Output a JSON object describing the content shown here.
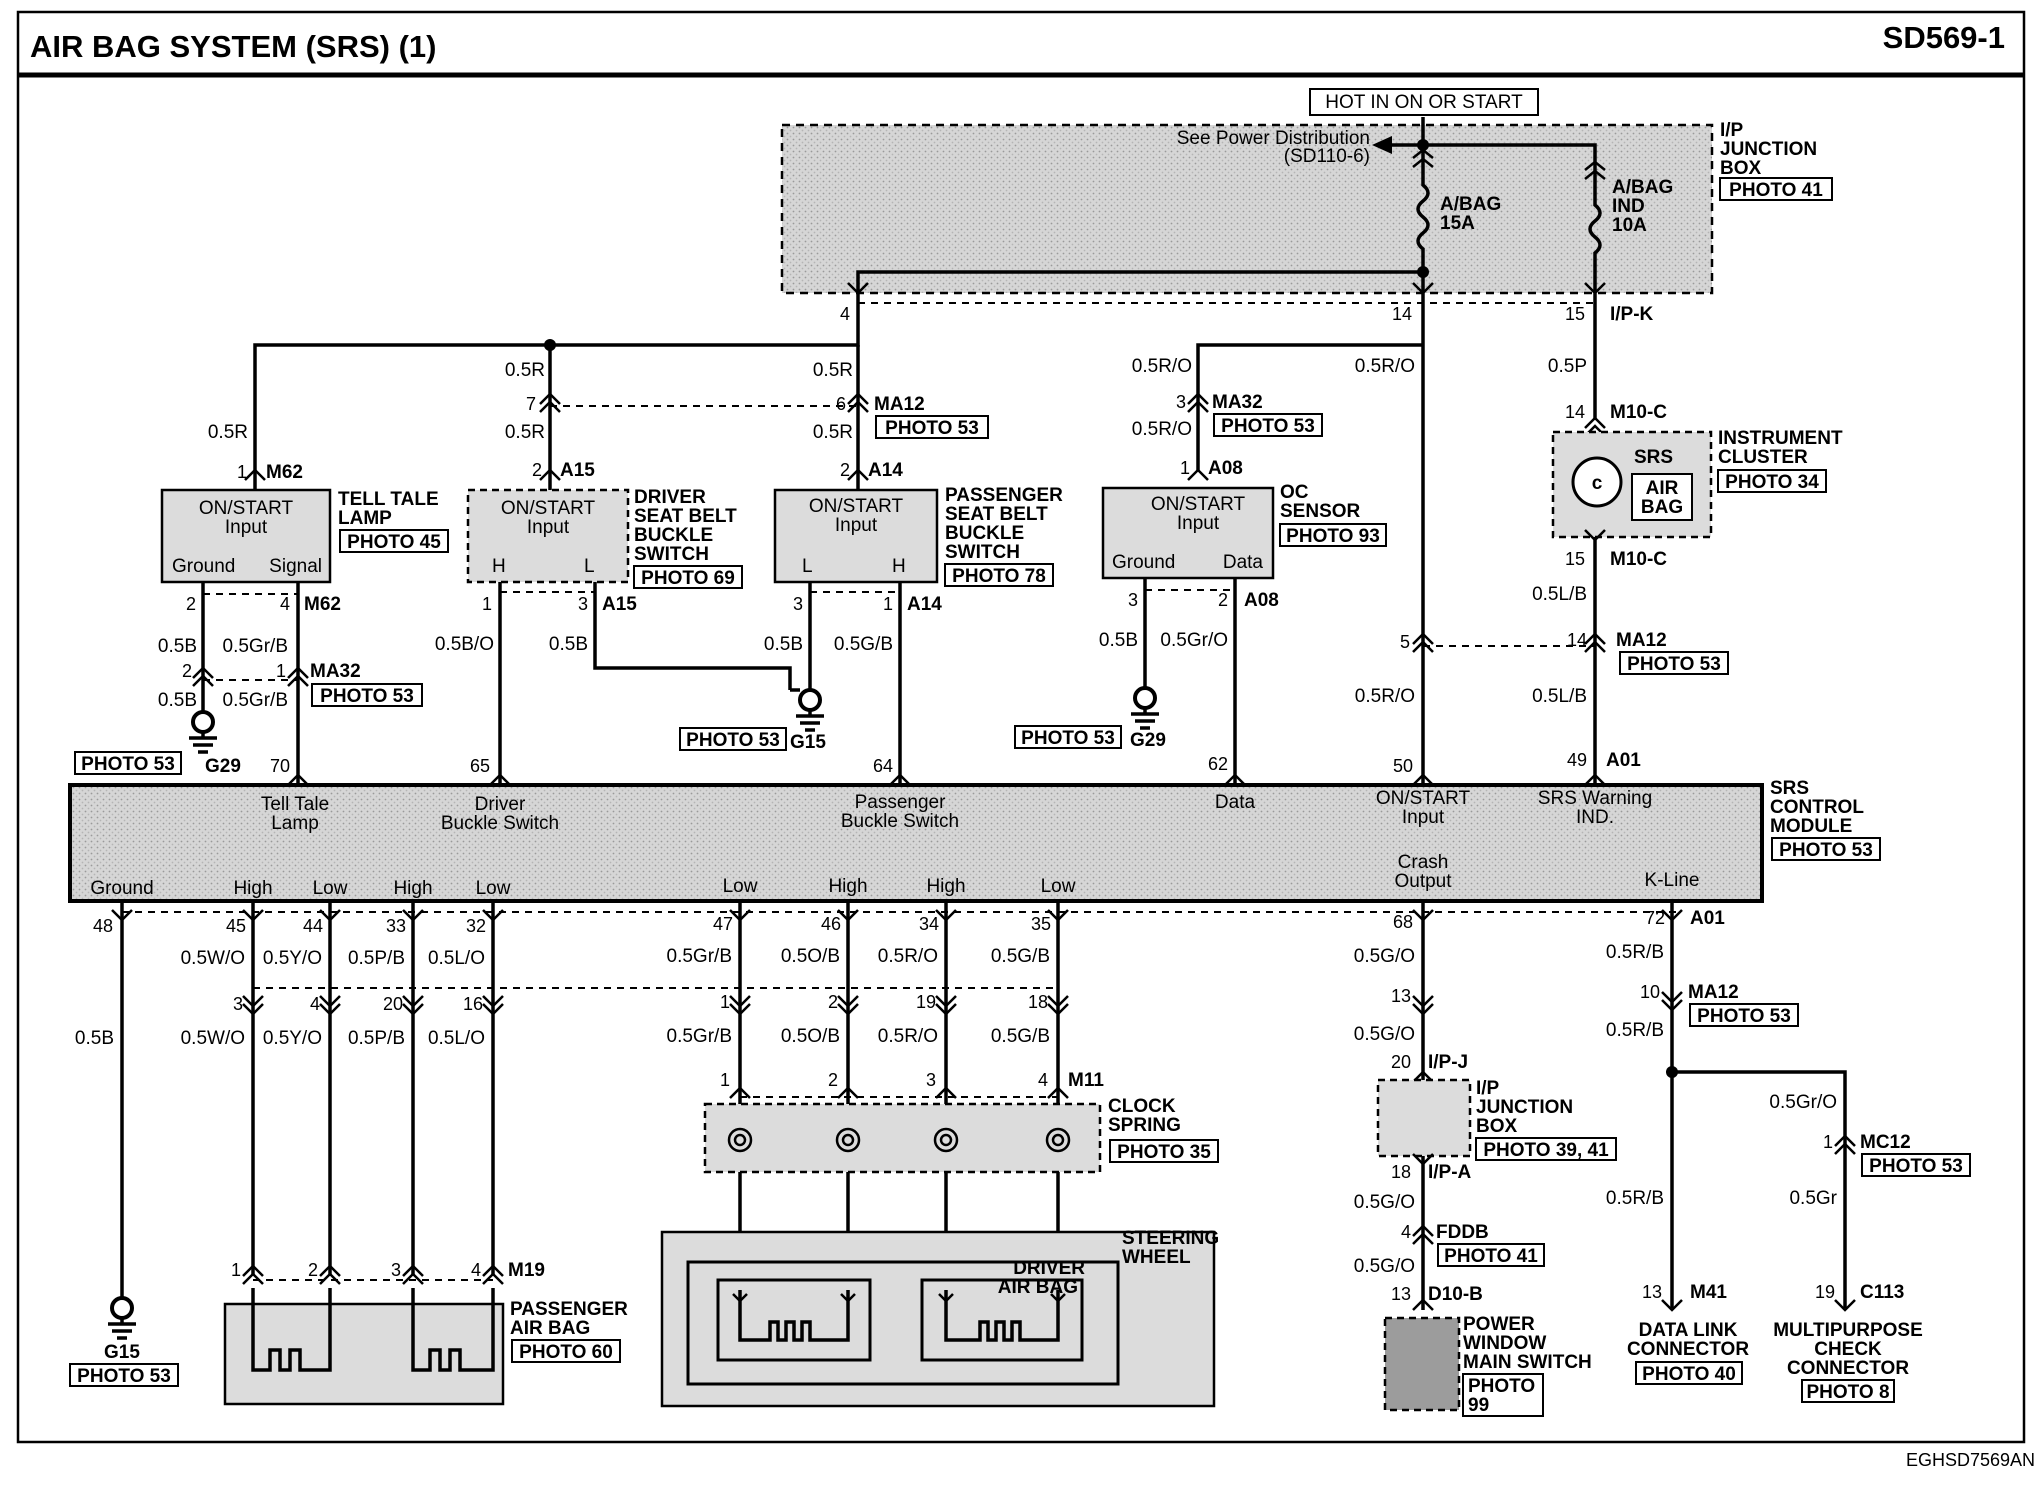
{
  "header": {
    "title": "AIR BAG SYSTEM (SRS) (1)",
    "code": "SD569-1",
    "footer_code": "EGHSD7569AN"
  },
  "power": {
    "hot_label": "HOT IN ON OR START",
    "see_power_line1": "See Power Distribution",
    "see_power_line2": "(SD110-6)",
    "ip_junction_line1": "I/P",
    "ip_junction_line2": "JUNCTION",
    "ip_junction_line3": "BOX",
    "ip_junction_photo": "PHOTO 41",
    "fuse1_line1": "A/BAG",
    "fuse1_line2": "15A",
    "fuse2_line1": "A/BAG",
    "fuse2_line2": "IND",
    "fuse2_line3": "10A"
  },
  "components": {
    "tell_tale": {
      "l1": "TELL TALE",
      "l2": "LAMP",
      "photo": "PHOTO 45",
      "in1": "ON/START",
      "in2": "Input",
      "p1": "Ground",
      "p2": "Signal"
    },
    "driver_buckle": {
      "l1": "DRIVER",
      "l2": "SEAT BELT",
      "l3": "BUCKLE",
      "l4": "SWITCH",
      "photo": "PHOTO 69",
      "in1": "ON/START",
      "in2": "Input",
      "p1": "H",
      "p2": "L"
    },
    "pass_buckle": {
      "l1": "PASSENGER",
      "l2": "SEAT BELT",
      "l3": "BUCKLE",
      "l4": "SWITCH",
      "photo": "PHOTO 78",
      "in1": "ON/START",
      "in2": "Input",
      "p1": "L",
      "p2": "H"
    },
    "oc_sensor": {
      "l1": "OC",
      "l2": "SENSOR",
      "photo": "PHOTO 93",
      "in1": "ON/START",
      "in2": "Input",
      "p1": "Ground",
      "p2": "Data"
    },
    "cluster": {
      "l1": "INSTRUMENT",
      "l2": "CLUSTER",
      "photo": "PHOTO 34",
      "srs": "SRS",
      "ab1": "AIR",
      "ab2": "BAG"
    },
    "srs_module": {
      "l1": "SRS",
      "l2": "CONTROL",
      "l3": "MODULE",
      "photo": "PHOTO 53",
      "tell1": "Tell Tale",
      "tell2": "Lamp",
      "drv1": "Driver",
      "drv2": "Buckle Switch",
      "pas1": "Passenger",
      "pas2": "Buckle Switch",
      "data": "Data",
      "on1": "ON/START",
      "on2": "Input",
      "warn1": "SRS Warning",
      "warn2": "IND.",
      "crash1": "Crash",
      "crash2": "Output",
      "kline": "K-Line",
      "ground": "Ground",
      "high": "High",
      "low": "Low"
    },
    "clock_spring": {
      "l1": "CLOCK",
      "l2": "SPRING",
      "photo": "PHOTO 35"
    },
    "steering": {
      "l1": "STEERING",
      "l2": "WHEEL",
      "dab1": "DRIVER",
      "dab2": "AIR BAG"
    },
    "pass_airbag": {
      "l1": "PASSENGER",
      "l2": "AIR BAG",
      "photo": "PHOTO 60"
    },
    "ip_jb2": {
      "l1": "I/P",
      "l2": "JUNCTION",
      "l3": "BOX",
      "photo": "PHOTO 39, 41"
    },
    "pw_switch": {
      "l1": "POWER",
      "l2": "WINDOW",
      "l3": "MAIN SWITCH",
      "photo1": "PHOTO",
      "photo2": "99"
    },
    "data_link": {
      "l1": "DATA LINK",
      "l2": "CONNECTOR",
      "photo": "PHOTO 40"
    },
    "multi": {
      "l1": "MULTIPURPOSE",
      "l2": "CHECK",
      "l3": "CONNECTOR",
      "photo": "PHOTO 8"
    }
  },
  "grounds": {
    "g29a": "G29",
    "g15a": "G15",
    "g29b": "G29",
    "g15b": "G15"
  },
  "photos": {
    "p53": "PHOTO 53"
  },
  "connectors": {
    "m62": "M62",
    "ma32": "MA32",
    "a15": "A15",
    "a14": "A14",
    "ma12": "MA12",
    "a08": "A08",
    "ipk": "I/P-K",
    "m10c": "M10-C",
    "a01": "A01",
    "m11": "M11",
    "m19": "M19",
    "ipj": "I/P-J",
    "ipa": "I/P-A",
    "fddb": "FDDB",
    "d10b": "D10-B",
    "m41": "M41",
    "c113": "C113",
    "mc12": "MC12"
  },
  "wires": {
    "r05": "0.5R",
    "ro": "0.5R/O",
    "p": "0.5P",
    "lb": "0.5L/B",
    "b": "0.5B",
    "grb": "0.5Gr/B",
    "bo": "0.5B/O",
    "gb": "0.5G/B",
    "gro": "0.5Gr/O",
    "wo": "0.5W/O",
    "yo": "0.5Y/O",
    "pb": "0.5P/B",
    "lo": "0.5L/O",
    "ob": "0.5O/B",
    "go": "0.5G/O",
    "rb": "0.5R/B",
    "gr": "0.5Gr"
  },
  "pins": {
    "n1": "1",
    "n2": "2",
    "n3": "3",
    "n4": "4",
    "n5": "5",
    "n6": "6",
    "n7": "7",
    "n10": "10",
    "n13": "13",
    "n14": "14",
    "n15": "15",
    "n16": "16",
    "n18": "18",
    "n19": "19",
    "n20": "20",
    "n32": "32",
    "n33": "33",
    "n34": "34",
    "n35": "35",
    "n44": "44",
    "n45": "45",
    "n46": "46",
    "n47": "47",
    "n48": "48",
    "n49": "49",
    "n50": "50",
    "n62": "62",
    "n64": "64",
    "n65": "65",
    "n68": "68",
    "n70": "70",
    "n72": "72"
  }
}
